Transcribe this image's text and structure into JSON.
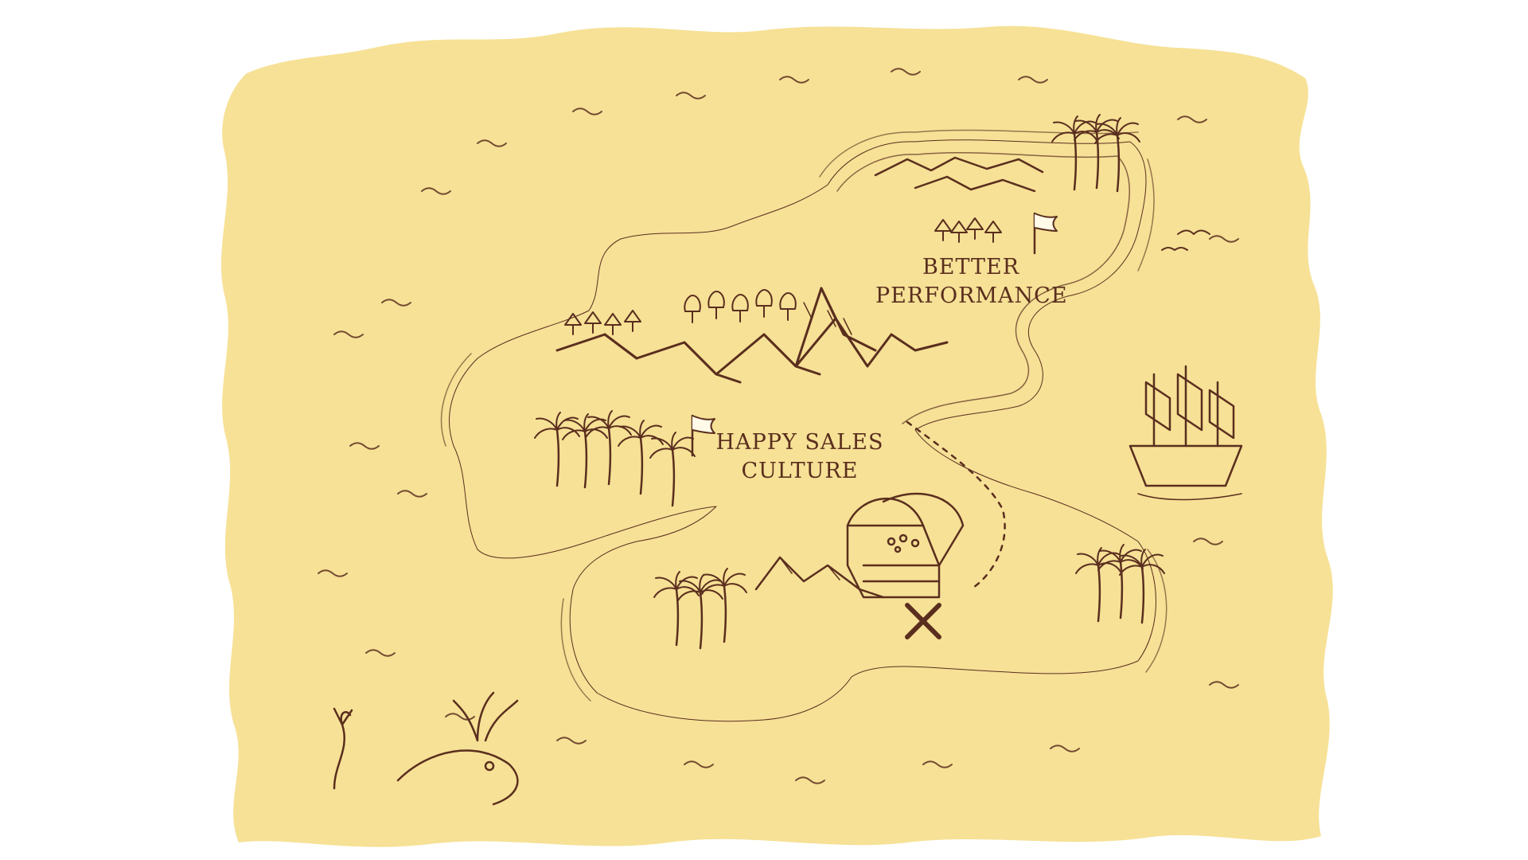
{
  "map": {
    "labels": {
      "better_line1": "BETTER",
      "better_line2": "PERFORMANCE",
      "happy_line1": "HAPPY SALES",
      "happy_line2": "CULTURE"
    }
  },
  "colors": {
    "parchment": "#f6e196",
    "ink": "#5a2e1e",
    "background": "#ffffff"
  },
  "icons": [
    "mountain-range-icon",
    "palm-tree-icon",
    "forest-icon",
    "flag-icon",
    "treasure-chest-icon",
    "x-mark-icon",
    "sailing-ship-icon",
    "sea-monster-icon",
    "fish-tail-icon",
    "wave-icon",
    "bird-icon"
  ]
}
